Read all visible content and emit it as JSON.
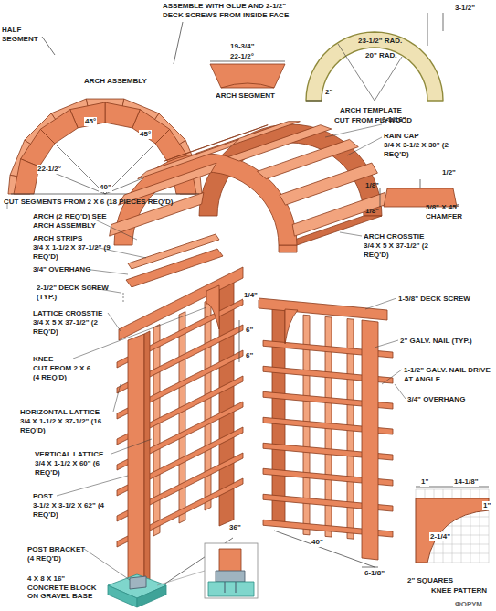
{
  "diagram": {
    "labels": [
      "HALF SEGMENT",
      "ASSEMBLE WITH GLUE AND 2-1/2\" DECK SCREWS FROM INSIDE FACE",
      "ARCH ASSEMBLY",
      "45°",
      "45°",
      "22-1/2°",
      "40\"",
      "CUT SEGMENTS FROM 2 X 6 (18 PIECES REQ'D)",
      "19-3/4\"",
      "22-1/2°",
      "ARCH SEGMENT",
      "3-1/2\"",
      "23-1/2\" RAD.",
      "20\" RAD.",
      "2\"",
      "ARCH TEMPLATE",
      "CUT FROM PLYWOOD",
      "6-1/16\"",
      "RAIN CAP",
      "3/4 X 3-1/2 X 30\" (2 REQ'D)",
      "1/2\"",
      "1/8\"",
      "1/8\"",
      "5/8\" X 45° CHAMFER",
      "ARCH (2 REQ'D) SEE ARCH ASSEMBLY",
      "ARCH STRIPS",
      "3/4 X 1-1/2 X 37-1/2\" (9 REQ'D)",
      "3/4\" OVERHANG",
      "ARCH CROSSTIE",
      "3/4 X 5 X 37-1/2\" (2 REQ'D)",
      "2-1/2\" DECK SCREW (TYP.)",
      "1/4\"",
      "1-5/8\" DECK SCREW",
      "LATTICE CROSSTIE",
      "3/4 X 5 X 37-1/2\" (2 REQ'D)",
      "6\"",
      "6\"",
      "2\" GALV. NAIL (TYP.)",
      "KNEE",
      "CUT FROM 2 X 6 (4 REQ'D)",
      "1-1/2\" GALV. NAIL DRIVE AT ANGLE",
      "3/4\" OVERHANG",
      "HORIZONTAL LATTICE",
      "3/4 X 1-1/2 X 37-1/2\" (16 REQ'D)",
      "VERTICAL LATTICE",
      "3/4 X 1-1/2 X 60\" (6 REQ'D)",
      "POST",
      "3-1/2 X 3-1/2 X 62\" (4 REQ'D)",
      "36\"",
      "40\"",
      "POST BRACKET",
      "(4 REQ'D)",
      "4 X 8 X 16\" CONCRETE BLOCK ON GRAVEL BASE",
      "6-1/8\"",
      "1\"",
      "14-1/8\"",
      "1\"",
      "2-1/4\"",
      "2\" SQUARES",
      "KNEE PATTERN",
      "ФОРУМ"
    ]
  }
}
